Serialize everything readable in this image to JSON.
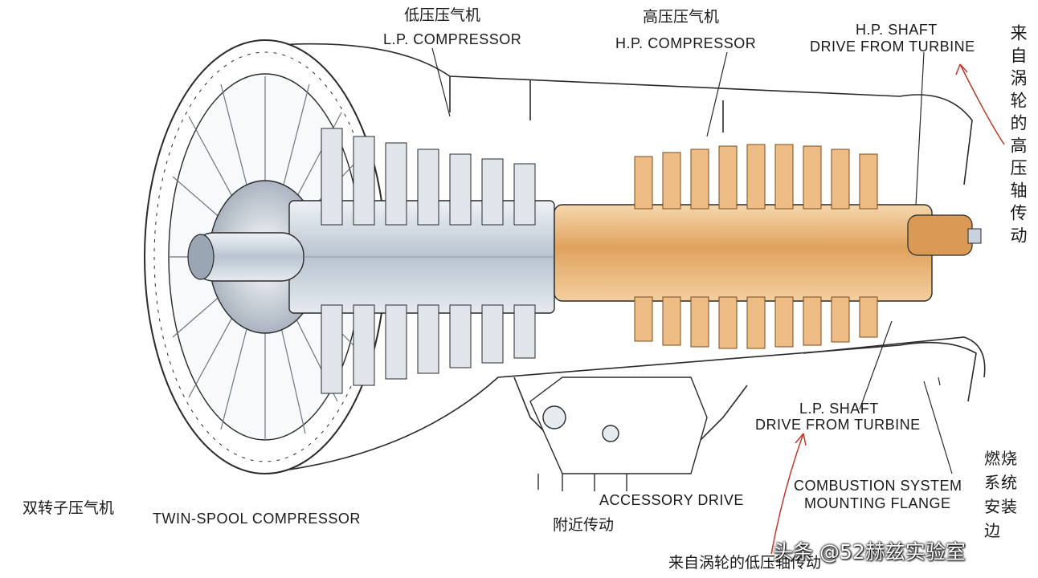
{
  "labels": {
    "lp_compressor_cn": "低压压气机",
    "lp_compressor_en": "L.P. COMPRESSOR",
    "hp_compressor_cn": "高压压气机",
    "hp_compressor_en": "H.P. COMPRESSOR",
    "hp_shaft_line1": "H.P. SHAFT",
    "hp_shaft_line2": "DRIVE FROM TURBINE",
    "hp_shaft_cn": "来自涡轮的高压轴传动",
    "lp_shaft_line1": "L.P. SHAFT",
    "lp_shaft_line2": "DRIVE FROM TURBINE",
    "combustion_line1": "COMBUSTION SYSTEM",
    "combustion_line2": "MOUNTING FLANGE",
    "combustion_cn": "燃烧系统安装边",
    "twin_spool_cn": "双转子压气机",
    "twin_spool_en": "TWIN-SPOOL COMPRESSOR",
    "accessory_en": "ACCESSORY DRIVE",
    "accessory_cn": "附近传动",
    "lp_shaft_cn": "来自涡轮的低压轴传动"
  },
  "watermark": "头条 @52赫兹实验室",
  "colors": {
    "line": "#2a2a2a",
    "steel": "#c9d3de",
    "steel_dark": "#8e9aa8",
    "bronze": "#e8b173",
    "bronze_dark": "#b8743a",
    "arrow_red": "#c0392b"
  }
}
